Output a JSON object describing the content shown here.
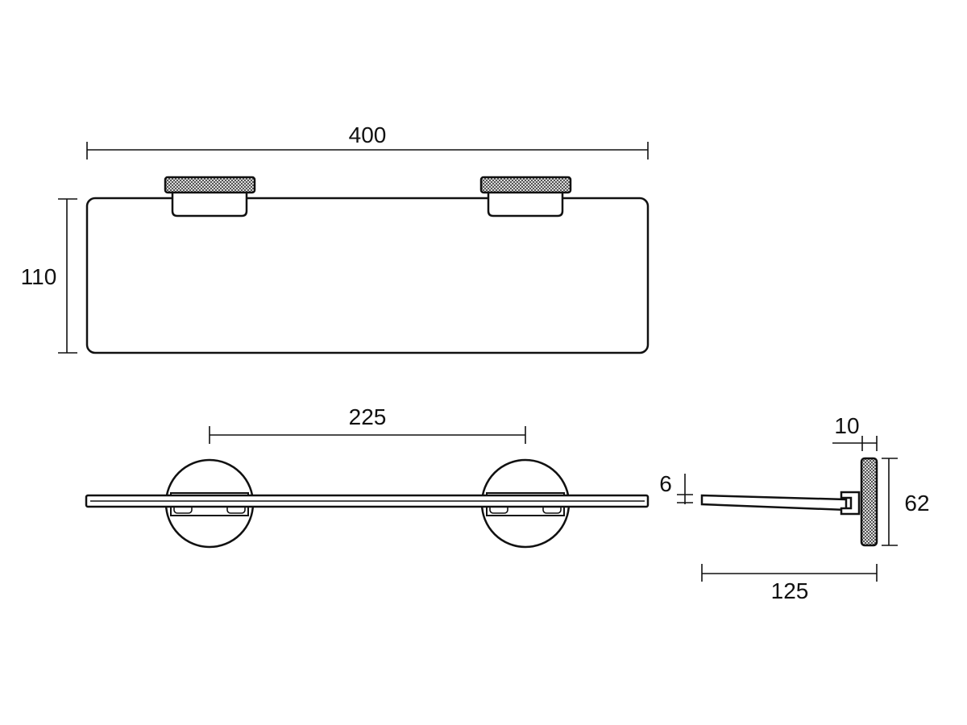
{
  "dimensions": {
    "length": "400",
    "depth": "110",
    "fixing_centres": "225",
    "backplate_thickness": "10",
    "glass_thickness": "6",
    "backplate_height": "62",
    "projection": "125"
  }
}
